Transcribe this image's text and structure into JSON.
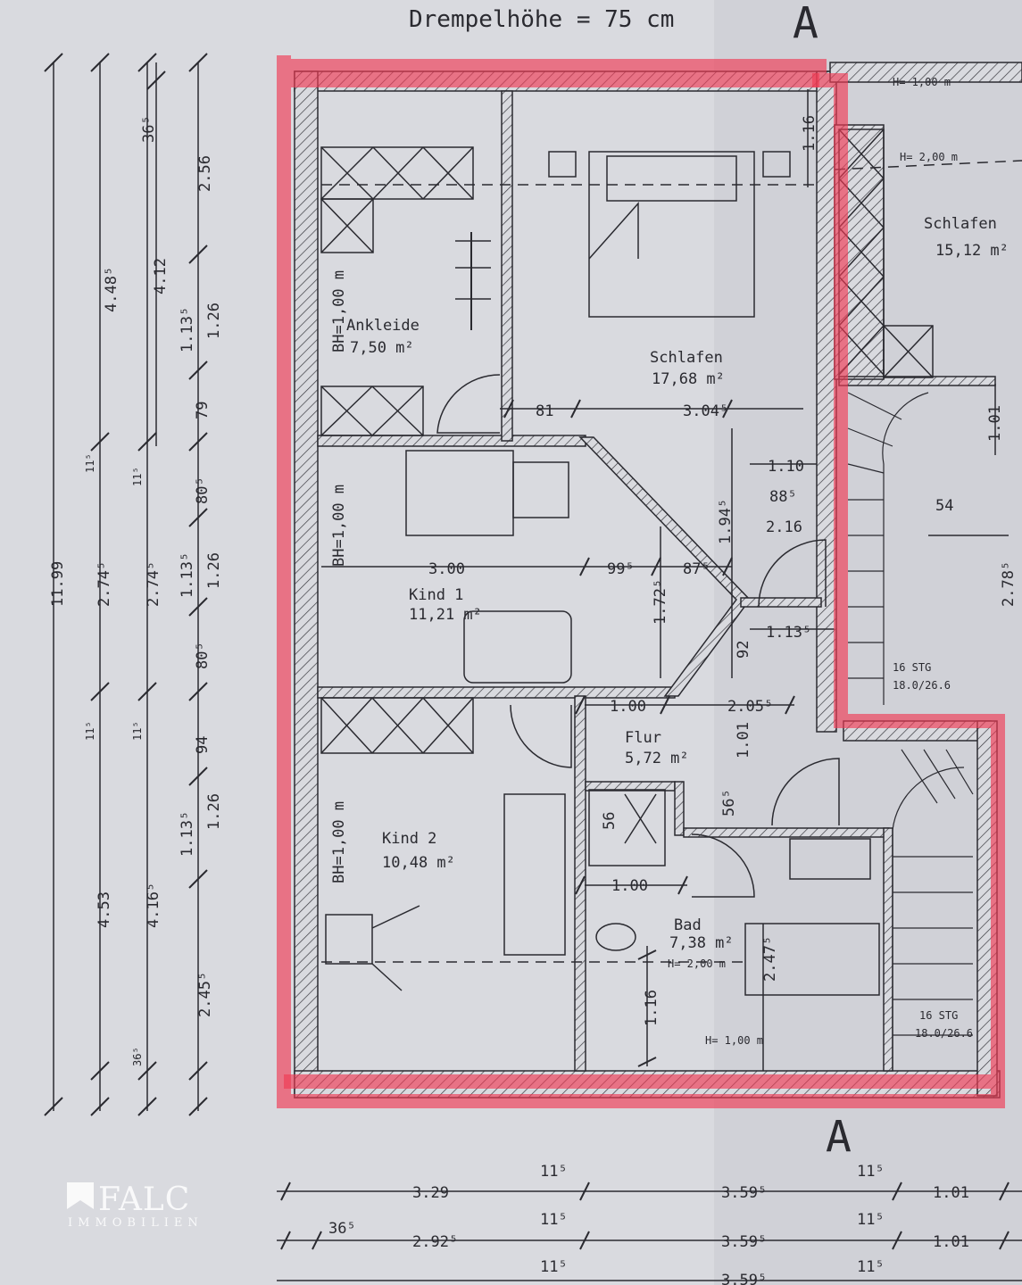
{
  "title": "Drempelhöhe = 75 cm",
  "section_marker": "A",
  "rooms": {
    "ankleide_name": "Ankleide",
    "ankleide_area": "7,50 m²",
    "schlafen_name": "Schlafen",
    "schlafen_area": "17,68 m²",
    "kind1_name": "Kind 1",
    "kind1_area": "11,21 m²",
    "kind2_name": "Kind 2",
    "kind2_area": "10,48 m²",
    "flur_name": "Flur",
    "flur_area": "5,72 m²",
    "bad_name": "Bad",
    "bad_area": "7,38 m²",
    "neighbor_name": "Schlafen",
    "neighbor_area": "15,12 m²"
  },
  "notes": {
    "bh1": "BH=1,00 m",
    "bh2": "BH=1,00 m",
    "bh3": "BH=1,00 m",
    "h100_top": "H= 1,00 m",
    "h200_top": "H= 2,00 m",
    "h200_bad": "H= 2,00 m",
    "h100_bad": "H= 1,00 m",
    "stairs1": "16 STG",
    "stairs1_ratio": "18.0/26.6",
    "stairs2": "16 STG",
    "stairs2_ratio": "18.0/26.6"
  },
  "left_dims": {
    "total": "11.99",
    "d1": "4.48⁵",
    "d2": "2.74⁵",
    "d3": "4.53",
    "d4": "4.12",
    "d5": "2.74⁵",
    "d6": "4.16⁵",
    "d7": "36⁵",
    "d8": "2.56",
    "d9": "1.13⁵",
    "d10": "1.26",
    "d11": "80⁵",
    "d12": "1.13⁵",
    "d13": "1.26",
    "d14": "79",
    "d15": "80⁵",
    "d16": "94",
    "d17": "1.13⁵",
    "d18": "1.26",
    "d19": "2.45⁵",
    "d20": "11⁵",
    "d21": "11⁵",
    "d22": "11⁵",
    "d23": "11⁵",
    "d24": "36⁵"
  },
  "inner_dims": {
    "a": "81",
    "b": "3.04⁵",
    "c": "1.10",
    "d": "88⁵",
    "e": "2.16",
    "f": "1.94⁵",
    "g": "3.00",
    "h": "99⁵",
    "i": "87⁵",
    "j": "1.72⁵",
    "k": "1.13⁵",
    "l": "92",
    "m": "1.00",
    "n": "2.05⁵",
    "o": "1.01",
    "p": "56⁵",
    "q": "56",
    "r": "1.00",
    "s": "2.47⁵",
    "t": "1.16",
    "u": "1.16",
    "v": "54",
    "w": "1.01",
    "x": "2.78⁵"
  },
  "bottom_dims": {
    "r1a": "3.29",
    "r1b": "3.59⁵",
    "r1c": "1.01",
    "r2a": "2.92⁵",
    "r2b": "3.59⁵",
    "r2c": "1.01",
    "r3b": "3.59⁵",
    "s1": "11⁵",
    "s2": "11⁵",
    "s3": "36⁵",
    "s4": "11⁵",
    "s5": "11⁵",
    "s6": "11⁵",
    "s7": "11⁵"
  },
  "logo": {
    "name": "FALC",
    "sub": "IMMOBILIEN"
  },
  "colors": {
    "highlight": "#f03a55",
    "paper": "#d9dadf",
    "ink": "#2a2a30"
  }
}
